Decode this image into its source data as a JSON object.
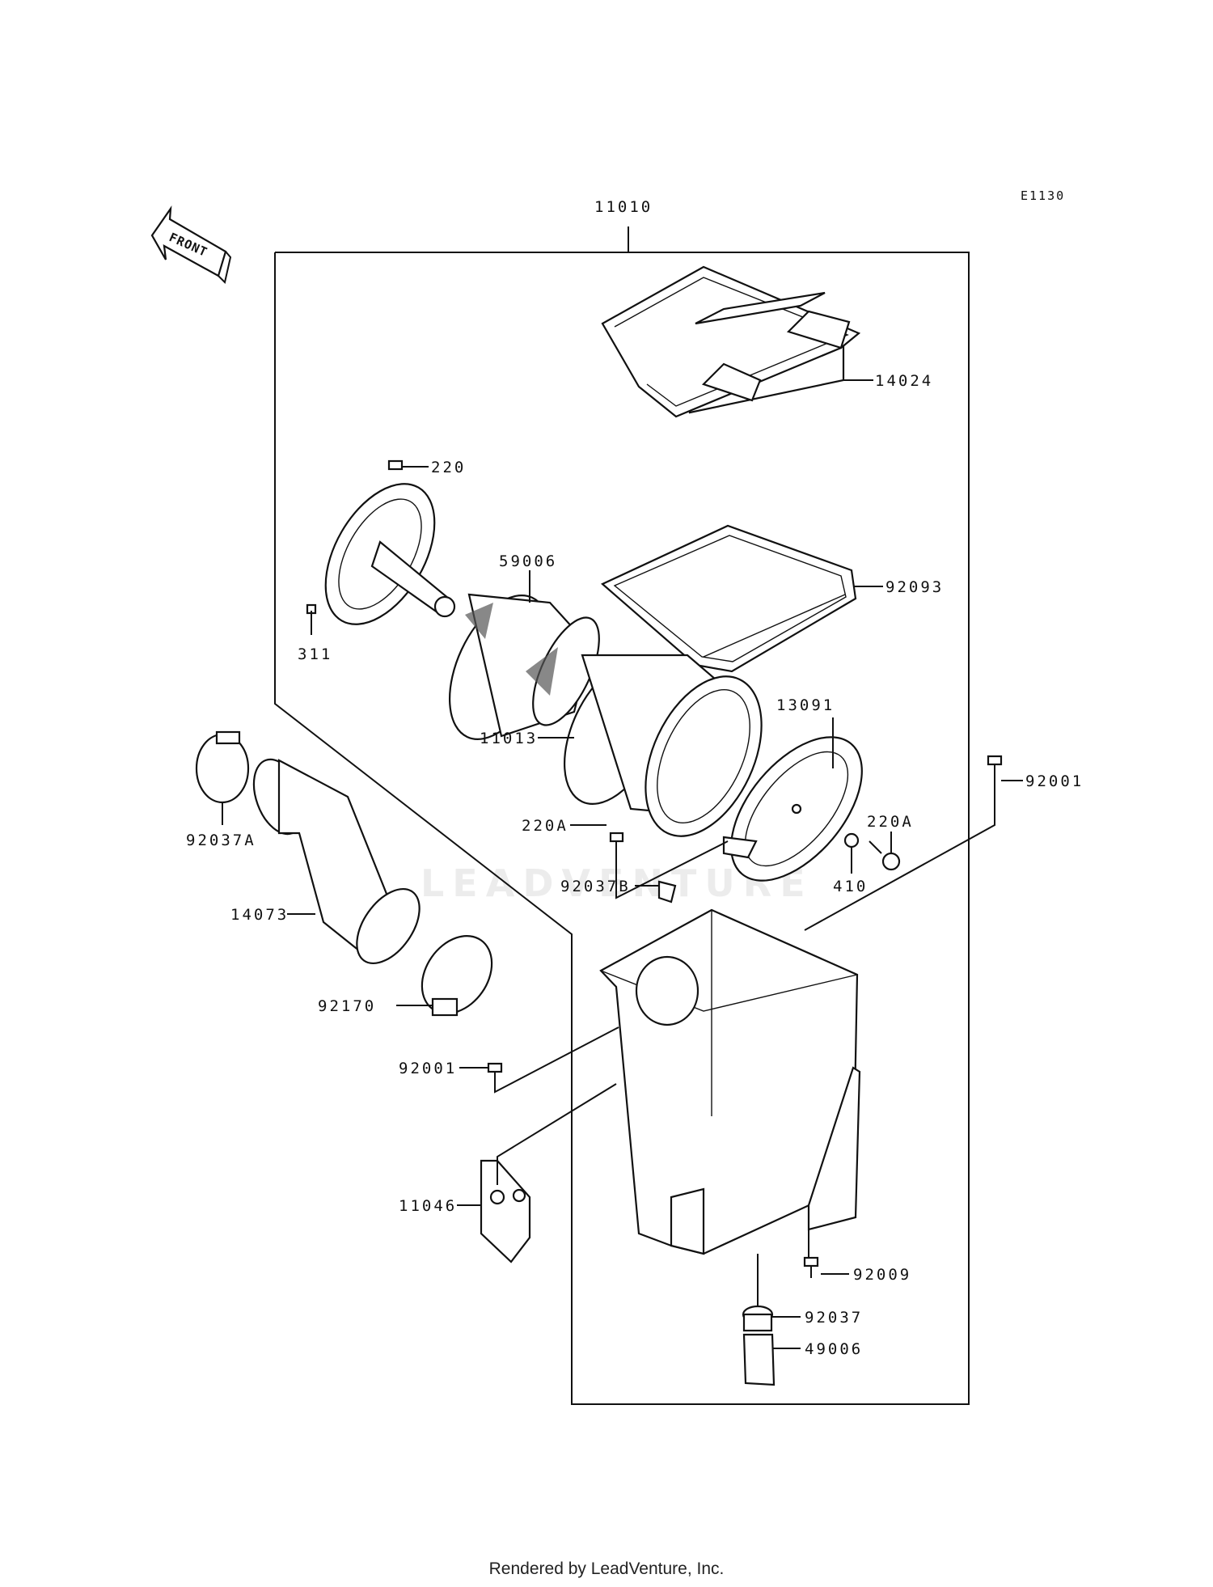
{
  "diagram_code": "E1130",
  "direction_arrow": "FRONT",
  "watermark": "LEADVENTURE",
  "part_labels": {
    "p11010": "11010",
    "p14024": "14024",
    "p220": "220",
    "p311": "311",
    "p59006": "59006",
    "p92093": "92093",
    "p11013": "11013",
    "p13091": "13091",
    "p92001_right": "92001",
    "p220A_left": "220A",
    "p220A_right": "220A",
    "p92037A": "92037A",
    "p92037B": "92037B",
    "p410": "410",
    "p14073": "14073",
    "p92170": "92170",
    "p92001_left": "92001",
    "p11046": "11046",
    "p92009": "92009",
    "p92037": "92037",
    "p49006": "49006"
  },
  "footer": "Rendered by LeadVenture, Inc."
}
